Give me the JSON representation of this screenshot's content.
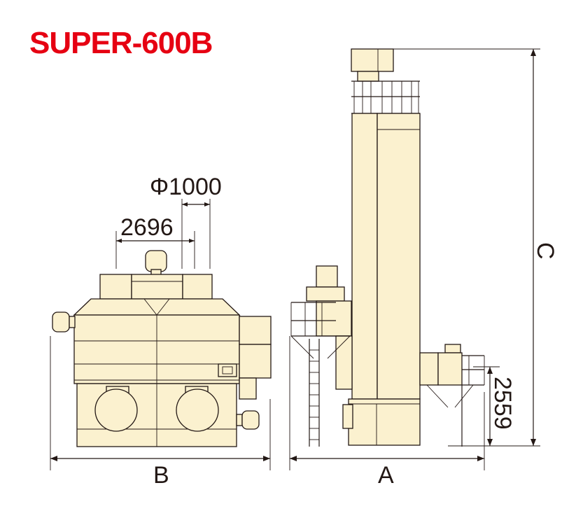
{
  "title": "SUPER-600B",
  "colors": {
    "title": "#e60012",
    "body_fill": "#fbf1cf",
    "line": "#231815"
  },
  "dimensions": {
    "diameter": "Φ1000",
    "width_inner": "2696",
    "overall_width": "B",
    "overall_length": "A",
    "overall_height": "C",
    "inlet_height": "2559"
  }
}
